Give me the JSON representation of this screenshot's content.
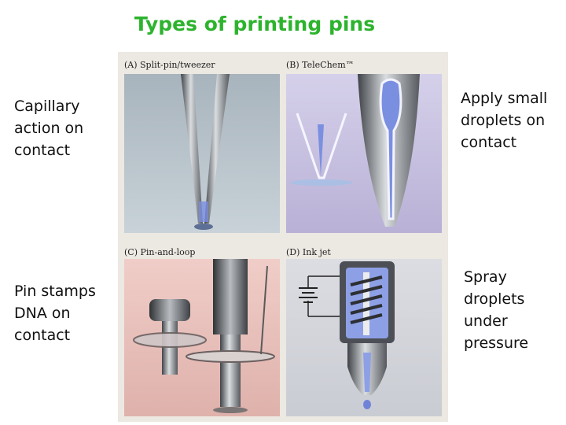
{
  "slide": {
    "title": "Types of printing pins",
    "captions": {
      "top_left": [
        "Capillary",
        "action on",
        "contact"
      ],
      "bottom_left": [
        "Pin stamps",
        "DNA on",
        "contact"
      ],
      "top_right": [
        "Apply small",
        "droplets on",
        "contact"
      ],
      "bottom_right": [
        "Spray",
        "droplets",
        "under",
        "pressure"
      ]
    }
  },
  "figure": {
    "panels": {
      "a": "(A) Split-pin/tweezer",
      "b": "(B) TeleChem™",
      "c": "(C) Pin-and-loop",
      "d": "(D) Ink jet"
    }
  },
  "colors": {
    "title": "#2db32d",
    "panel_a_bg": "#b7c3cc",
    "panel_b_bg": "#c9c3df",
    "panel_c_bg": "#e9c2bd",
    "panel_d_bg": "#d4d6dc",
    "ink": "#7a8fe0"
  }
}
